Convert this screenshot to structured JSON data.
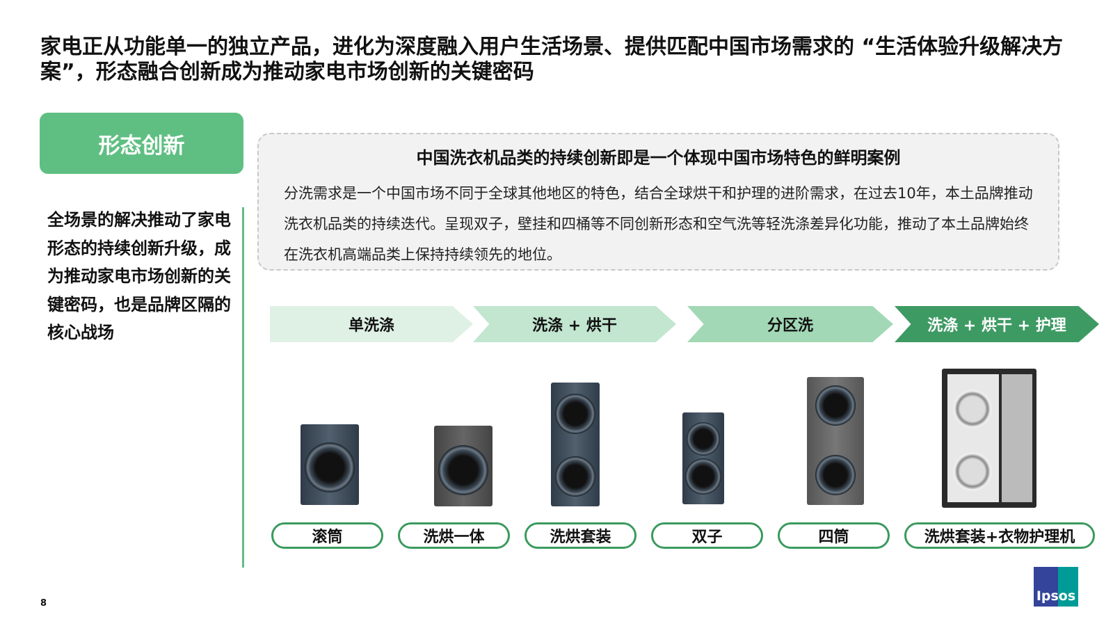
{
  "title": "家电正从功能单一的独立产品，进化为深度融入用户生活场景、提供匹配中国市场需求的 “生活体验升级解决方案”，形态融合创新成为推动家电市场创新的关键密码",
  "tag": "形态创新",
  "side_text": "全场景的解决推动了家电形态的持续创新升级，成为推动家电市场创新的关键密码，也是品牌区隔的核心战场",
  "box": {
    "heading": "中国洗衣机品类的持续创新即是一个体现中国市场特色的鲜明案例",
    "body": "分洗需求是一个中国市场不同于全球其他地区的特色，结合全球烘干和护理的进阶需求，在过去10年，本土品牌推动洗衣机品类的持续迭代。呈现双子，壁挂和四桶等不同创新形态和空气洗等轻洗涤差异化功能，推动了本土品牌始终在洗衣机高端品类上保持持续领先的地位。"
  },
  "stages": [
    {
      "label": "单洗涤",
      "color": "#dff1e5"
    },
    {
      "label": "洗涤 + 烘干",
      "color": "#c2e6cf"
    },
    {
      "label": "分区洗",
      "color": "#a2d8b5"
    },
    {
      "label": "洗涤 + 烘干 + 护理",
      "color": "#3e9a63"
    }
  ],
  "products": [
    "滚筒",
    "洗烘一体",
    "洗烘套装",
    "双子",
    "四筒",
    "洗烘套装+衣物护理机"
  ],
  "page_number": "8",
  "logo": "Ipsos"
}
